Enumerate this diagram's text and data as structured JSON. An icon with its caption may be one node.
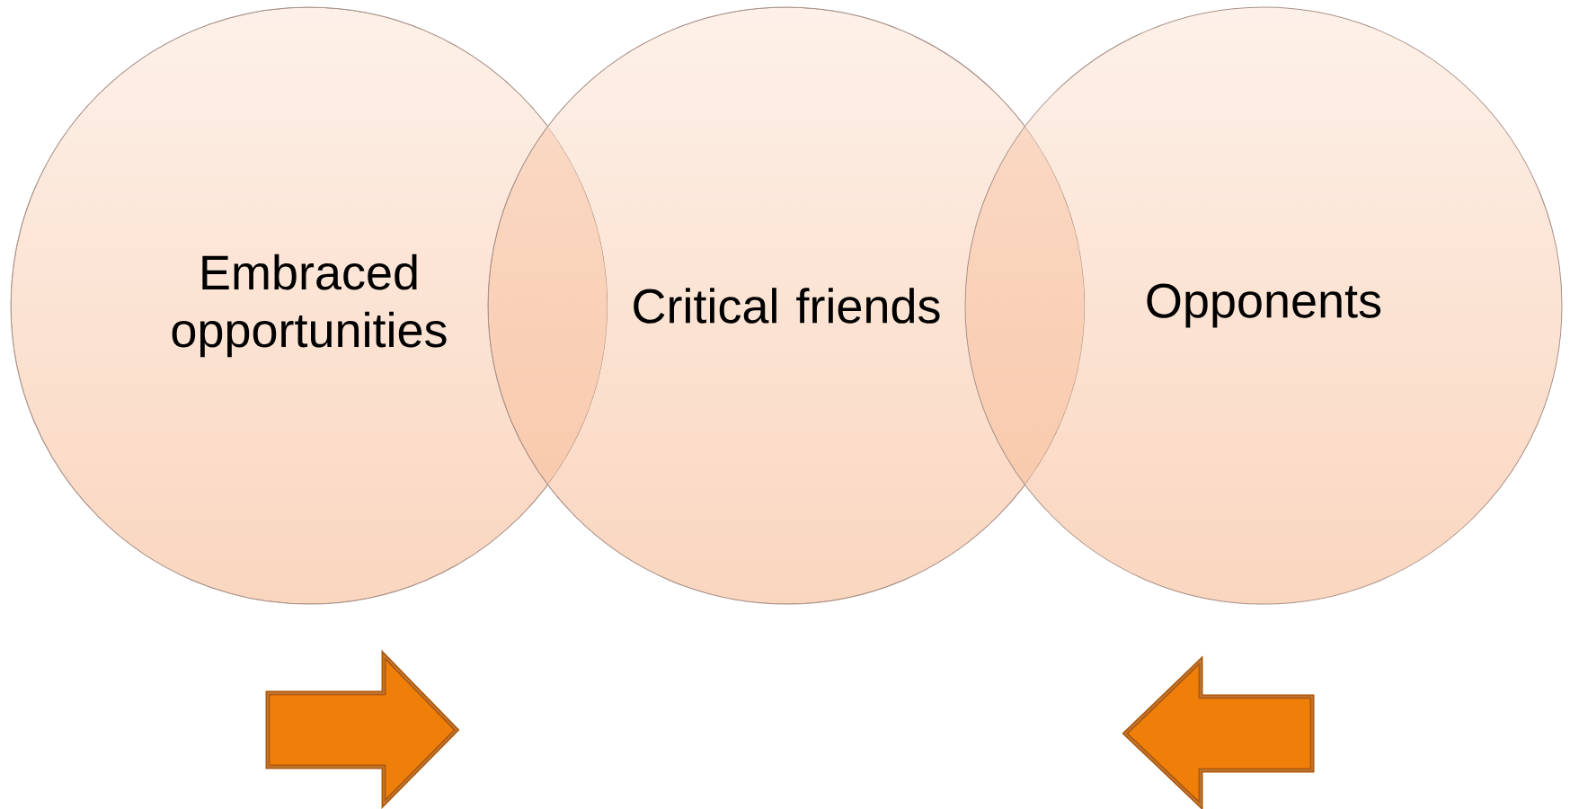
{
  "diagram": {
    "nodes": [
      {
        "text": [
          "Embraced opportunities"
        ]
      },
      {
        "text": [
          "Critical friends"
        ]
      },
      {
        "text": [
          "Opponents"
        ]
      }
    ]
  }
}
